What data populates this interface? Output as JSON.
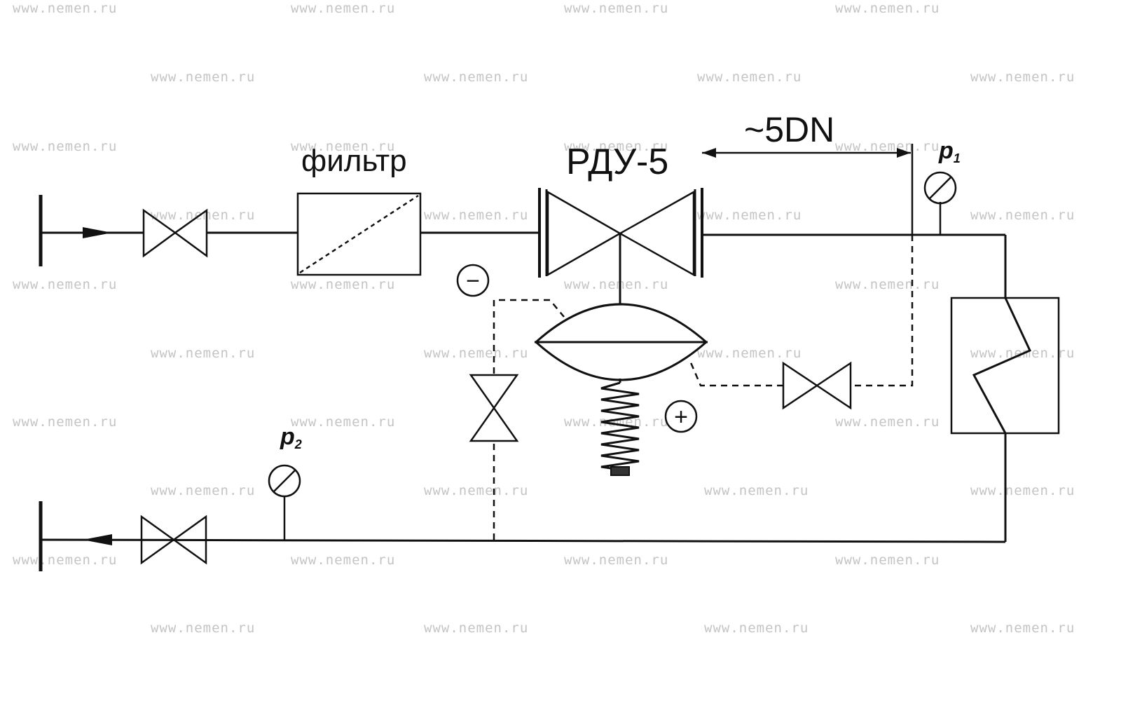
{
  "labels": {
    "filter": "фильтр",
    "regulator": "РДУ-5",
    "distance": "~5DN",
    "p1_letter": "p",
    "p1_sub": "1",
    "p2_letter": "p",
    "p2_sub": "2",
    "minus": "−",
    "plus": "+"
  },
  "watermark": {
    "text": "www.nemen.ru",
    "color": "#c4c4c4"
  }
}
